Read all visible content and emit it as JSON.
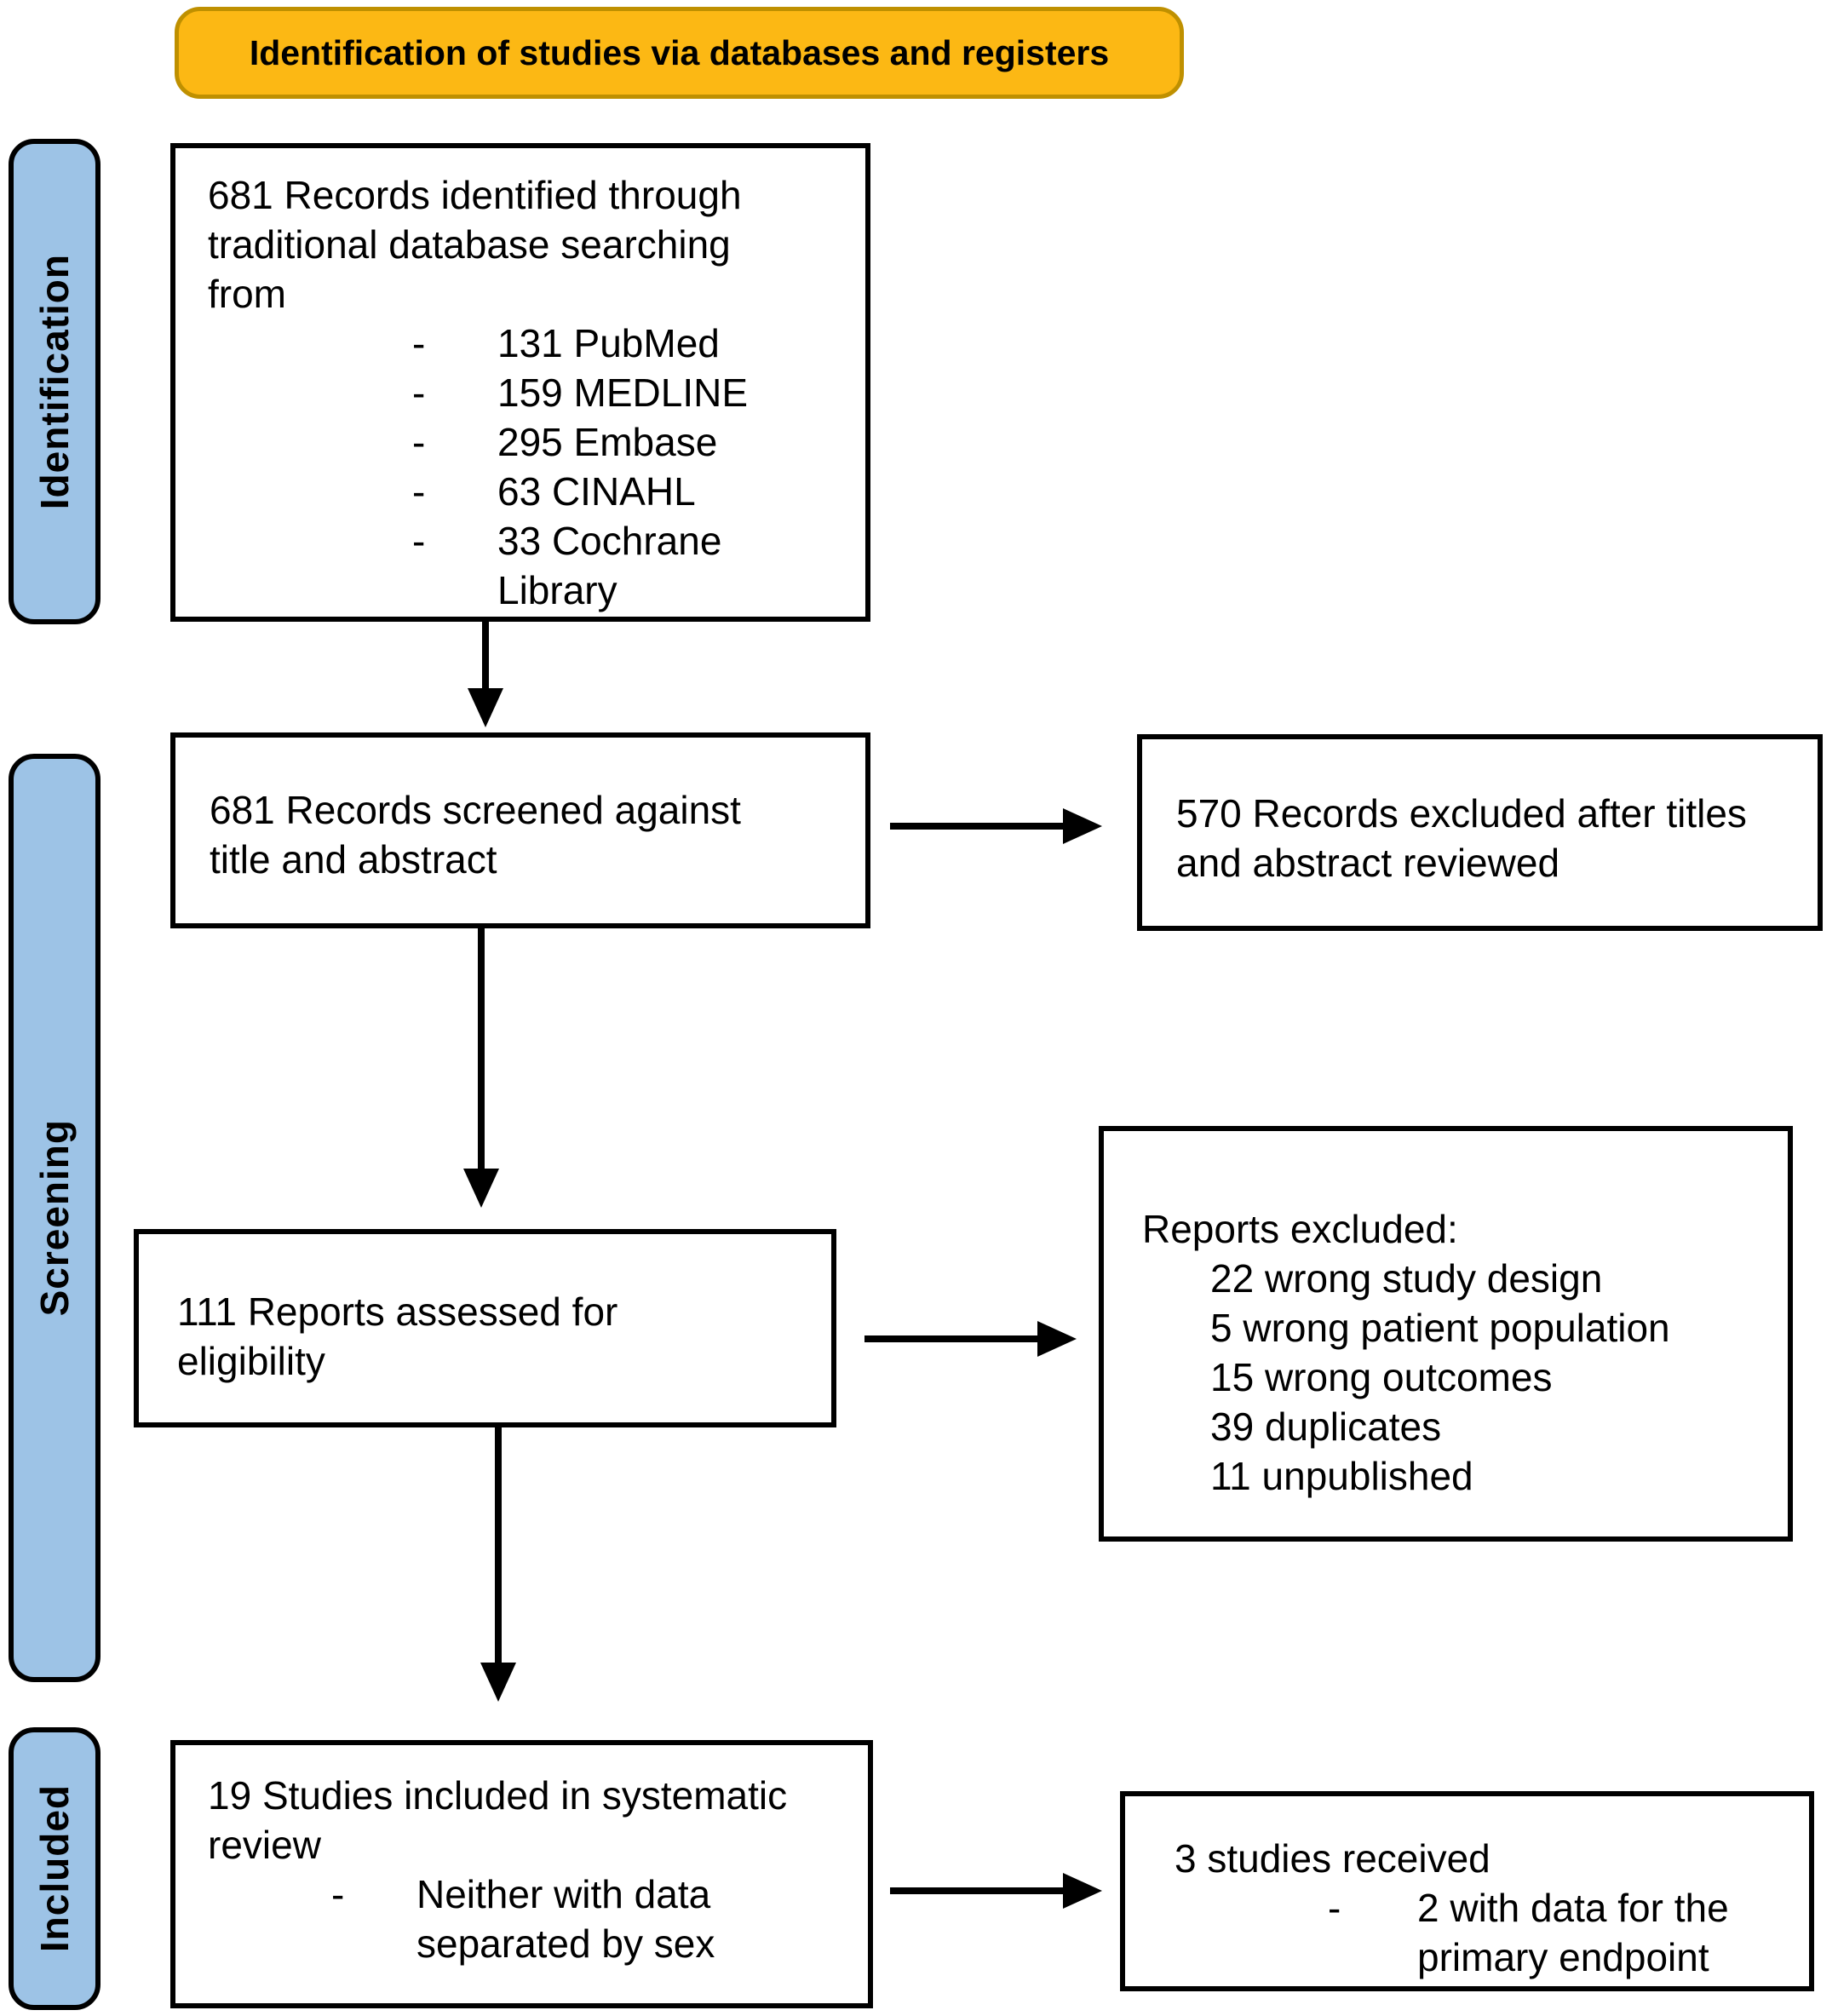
{
  "banner": {
    "title": "Identification of studies via databases and registers"
  },
  "bullet_char": "-",
  "stages": {
    "identification": "Identification",
    "screening": "Screening",
    "included": "Included"
  },
  "colors": {
    "banner_bg": "#FCB814",
    "banner_border": "#BF9000",
    "stage_bg": "#9DC3E6",
    "box_border": "#000000",
    "line_color": "#000000"
  },
  "boxes": {
    "identified": {
      "text": "681 Records identified through traditional database searching from",
      "items": [
        "131 PubMed",
        "159 MEDLINE",
        "295 Embase",
        "63 CINAHL",
        "33 Cochrane Library"
      ]
    },
    "screened": {
      "text": "681 Records screened against title and abstract"
    },
    "excluded_after_titles": {
      "text": "570 Records excluded after titles and abstract reviewed"
    },
    "assessed": {
      "text": "111 Reports assessed for eligibility"
    },
    "reports_excluded": {
      "title": "Reports excluded:",
      "items": [
        "22 wrong study design",
        "5 wrong patient population",
        "15 wrong outcomes",
        "39 duplicates",
        "11 unpublished"
      ]
    },
    "included_review": {
      "text": "19 Studies included in systematic review",
      "items": [
        "Neither with data separated by sex"
      ]
    },
    "received": {
      "text": "3 studies received",
      "items": [
        "2 with data for the primary endpoint"
      ]
    }
  }
}
